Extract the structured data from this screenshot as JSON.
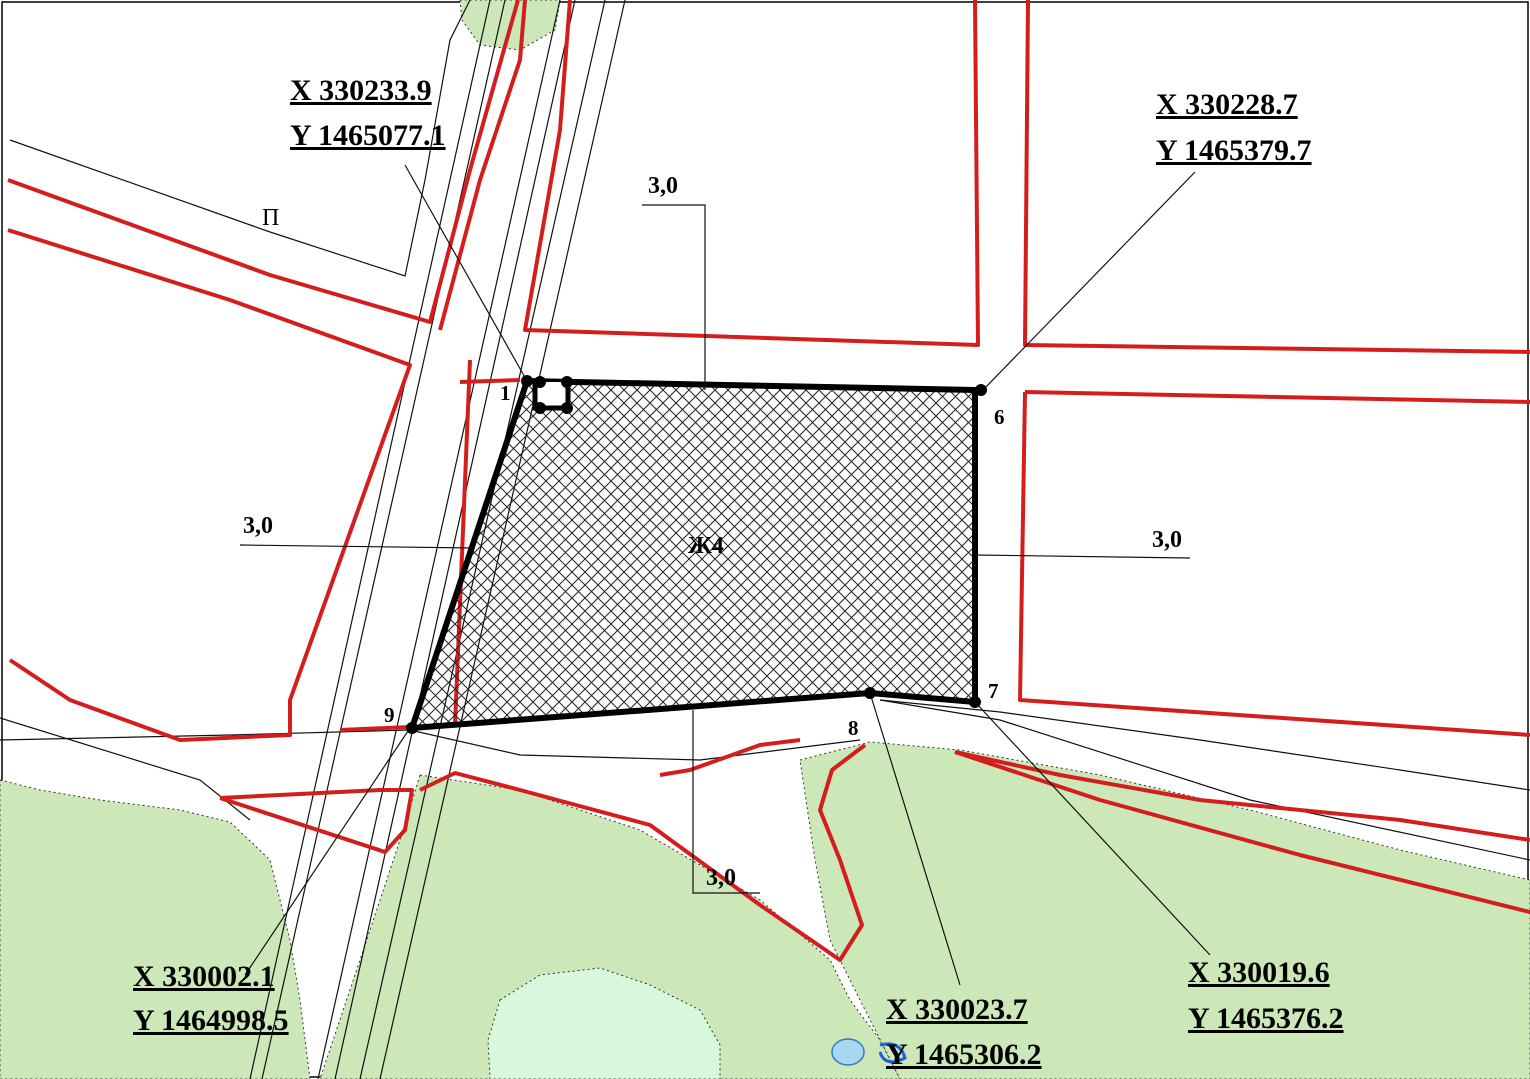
{
  "map": {
    "zone_label": "Ж4",
    "road_label": "П",
    "point_labels": [
      {
        "id": "p1",
        "label": "1"
      },
      {
        "id": "p6",
        "label": "6"
      },
      {
        "id": "p7",
        "label": "7"
      },
      {
        "id": "p8",
        "label": "8"
      },
      {
        "id": "p9",
        "label": "9"
      }
    ],
    "coordinates": [
      {
        "point": "1",
        "x": "X 330233.9",
        "y": "Y 1465077.1"
      },
      {
        "point": "6",
        "x": "X 330228.7",
        "y": "Y 1465379.7"
      },
      {
        "point": "9",
        "x": "X 330002.1",
        "y": "Y 1464998.5"
      },
      {
        "point": "8",
        "x": "X 330023.7",
        "y": "Y 1465306.2"
      },
      {
        "point": "7",
        "x": "X 330019.6",
        "y": "Y 1465376.2"
      }
    ],
    "setback_labels": {
      "top": "3,0",
      "left": "3,0",
      "right": "3,0",
      "bottom": "3,0"
    },
    "colors": {
      "boundary_red": "#d41e1e",
      "green_area": "#cce8b8",
      "pond": "#d8f8de",
      "water": "#a8d8f0",
      "hatch": "#222222"
    }
  }
}
